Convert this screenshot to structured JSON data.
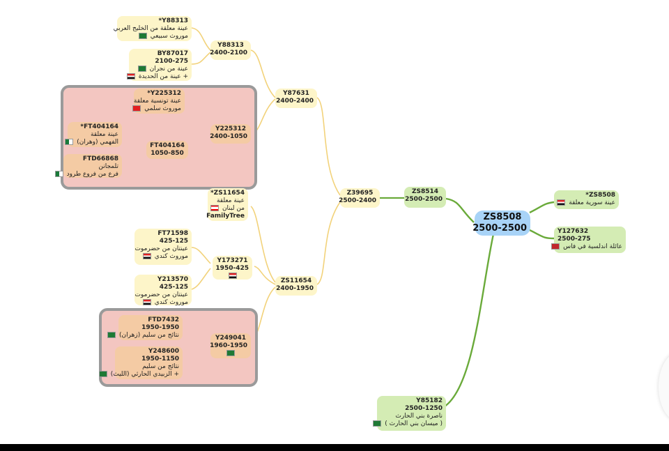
{
  "nodes": {
    "zs8508": [
      "ZS8508",
      "2500-2500"
    ],
    "zs8508s": [
      "ZS8508*",
      "عينة سورية معلقة"
    ],
    "y127632": [
      "Y127632",
      "2500-275",
      "عائلة اندلسية في فاس"
    ],
    "zs8514": [
      "ZS8514",
      "2500-2500"
    ],
    "y85182": [
      "Y85182",
      "2500-1250",
      "ناصرة بني الحارث",
      "( ميسان بني الحارث )"
    ],
    "z39695": [
      "Z39695",
      "2500-2400"
    ],
    "y87631": [
      "Y87631",
      "2400-2400"
    ],
    "zs11654": [
      "ZS11654",
      "2400-1950"
    ],
    "y88313": [
      "Y88313",
      "2400-2100"
    ],
    "y88313s": [
      "Y88313*",
      "عينة معلقة من الخليج العربي",
      "موروث سبيعي"
    ],
    "by87017": [
      "BY87017",
      "2100-275",
      "عينة من نجران",
      "+ عينة من الحديدة"
    ],
    "y225312": [
      "Y225312",
      "2400-1050"
    ],
    "y225312s": [
      "Y225312*",
      "عينة تونسية معلقة",
      "موروث سلمي"
    ],
    "ft404164": [
      "FT404164",
      "1050-850"
    ],
    "ft404164s": [
      "FT404164*",
      "عينة معلقة",
      "الفهمي (وهران)"
    ],
    "ftd66868": [
      "FTD66868",
      "تلمجانن",
      "فرع من فروع طرود"
    ],
    "zs11654s": [
      "ZS11654*",
      "عينة معلقة",
      "من لبنان",
      "FamilyTree"
    ],
    "y173271": [
      "Y173271",
      "1950-425"
    ],
    "ft71598": [
      "FT71598",
      "425-125",
      "عينتان من حضرموت",
      "موروث كندي"
    ],
    "y213570": [
      "Y213570",
      "425-125",
      "عينتان من حضرموت",
      "موروث كندي"
    ],
    "y249041": [
      "Y249041",
      "1960-1950"
    ],
    "ftd7432": [
      "FTD7432",
      "1950-1950",
      "نتائج من سليم (زهران)"
    ],
    "y248600": [
      "Y248600",
      "1950-1150",
      "نتائج من سليم",
      "+ الزبيدي الحارثي (الليث)"
    ]
  },
  "colors": {
    "yellow_link": "#f2d27a",
    "green_link": "#6aaa3a",
    "group_fill": "#f3c6c1"
  }
}
